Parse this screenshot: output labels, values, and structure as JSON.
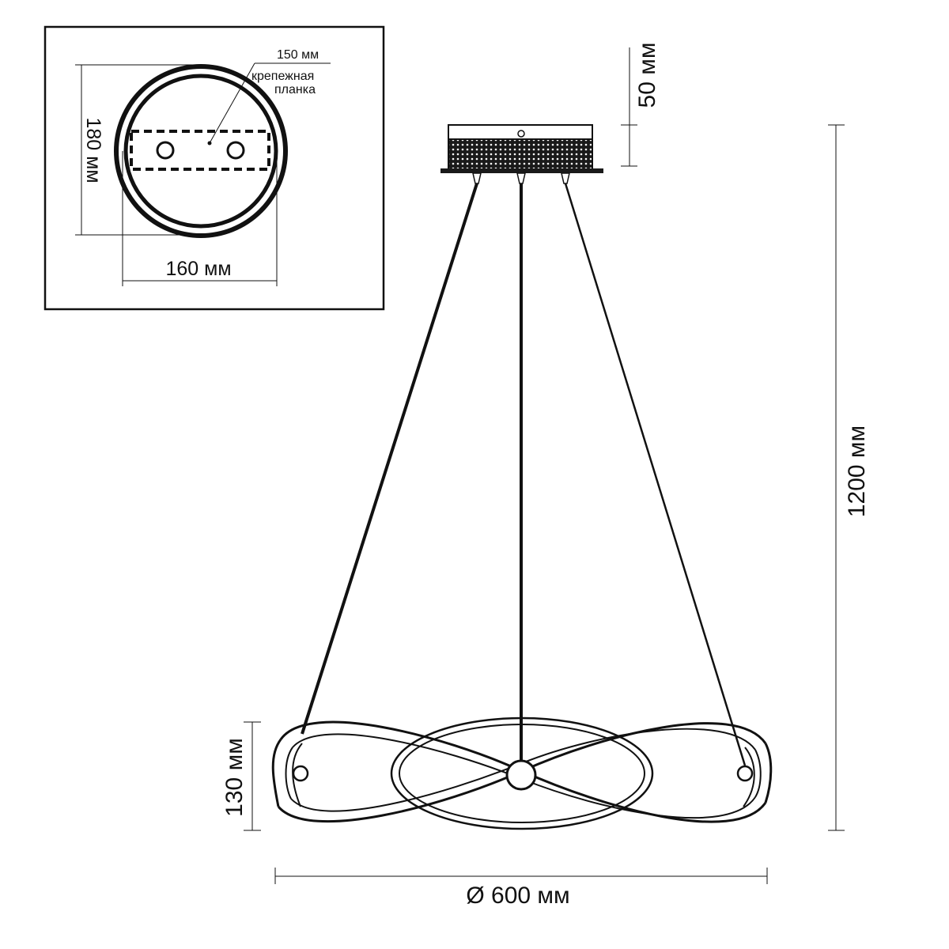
{
  "inset": {
    "label_150": "150 мм",
    "label_bracket_line1": "крепежная",
    "label_bracket_line2": "планка",
    "label_180": "180 мм",
    "label_160": "160 мм"
  },
  "dimensions": {
    "canopy_height": "50 мм",
    "total_height": "1200 мм",
    "ring_height": "130 мм",
    "diameter": "Ø 600 мм"
  },
  "colors": {
    "line": "#111111",
    "canopy_dark": "#1a1a1a"
  }
}
